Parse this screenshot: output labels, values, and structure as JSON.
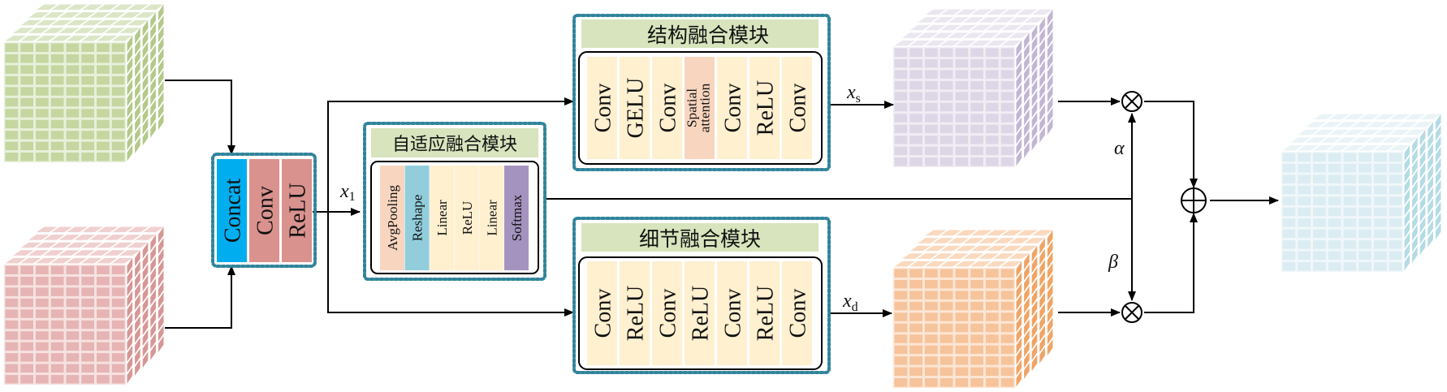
{
  "cubes": {
    "input_top": {
      "label": "input-feature-green",
      "front": "#c5d6a0",
      "top": "#dbe6c6",
      "side": "#b3c98a",
      "edge": "#e8f0da"
    },
    "input_bottom": {
      "label": "input-feature-red",
      "front": "#e6b4b4",
      "top": "#f0d0cf",
      "side": "#d69794",
      "edge": "#f6e2e1"
    },
    "structure_out": {
      "label": "structure-feature-purple",
      "front": "#ddd6e6",
      "top": "#ebe7f0",
      "side": "#c2b5d4",
      "edge": "#f0edf4"
    },
    "detail_out": {
      "label": "detail-feature-orange",
      "front": "#f6c39a",
      "top": "#fad9bf",
      "side": "#f0a465",
      "edge": "#fce6d6"
    },
    "output": {
      "label": "output-feature-blue",
      "front": "#dbecf2",
      "top": "#eaf4f7",
      "side": "#b5dbe5",
      "edge": "#f0f7fa"
    }
  },
  "concat_block": {
    "layers": [
      {
        "label": "Concat",
        "color": "#00aeef"
      },
      {
        "label": "Conv",
        "color": "#d9928e"
      },
      {
        "label": "ReLU",
        "color": "#d9928e"
      }
    ]
  },
  "adaptive_module": {
    "title": "自适应融合模块",
    "layers": [
      {
        "label": "AvgPooling",
        "color": "#f8d5bf"
      },
      {
        "label": "Reshape",
        "color": "#92cddc"
      },
      {
        "label": "Linear",
        "color": "#fff0d0"
      },
      {
        "label": "ReLU",
        "color": "#fff0d0"
      },
      {
        "label": "Linear",
        "color": "#fff0d0"
      },
      {
        "label": "Softmax",
        "color": "#a593bf"
      }
    ]
  },
  "structure_module": {
    "title": "结构融合模块",
    "layers": [
      {
        "label": "Conv",
        "color": "#fff0d0"
      },
      {
        "label": "GELU",
        "color": "#fff0d0"
      },
      {
        "label": "Conv",
        "color": "#fff0d0"
      },
      {
        "label": "Spatial attention",
        "line1": "Spatial",
        "line2": "attention",
        "color": "#f8d5bf"
      },
      {
        "label": "Conv",
        "color": "#fff0d0"
      },
      {
        "label": "ReLU",
        "color": "#fff0d0"
      },
      {
        "label": "Conv",
        "color": "#fff0d0"
      }
    ]
  },
  "detail_module": {
    "title": "细节融合模块",
    "layers": [
      {
        "label": "Conv",
        "color": "#fff0d0"
      },
      {
        "label": "ReLU",
        "color": "#fff0d0"
      },
      {
        "label": "Conv",
        "color": "#fff0d0"
      },
      {
        "label": "ReLU",
        "color": "#fff0d0"
      },
      {
        "label": "Conv",
        "color": "#fff0d0"
      },
      {
        "label": "ReLU",
        "color": "#fff0d0"
      },
      {
        "label": "Conv",
        "color": "#fff0d0"
      }
    ]
  },
  "labels": {
    "x1": {
      "base": "x",
      "sub": "1"
    },
    "xs": {
      "base": "x",
      "sub": "s"
    },
    "xd": {
      "base": "x",
      "sub": "d"
    },
    "alpha": "α",
    "beta": "β"
  },
  "operators": {
    "multiply": "⊗",
    "add": "⊕"
  },
  "colors": {
    "dashed_border": "#31849b",
    "title_bg": "#d7e4bd",
    "line": "#000000"
  }
}
